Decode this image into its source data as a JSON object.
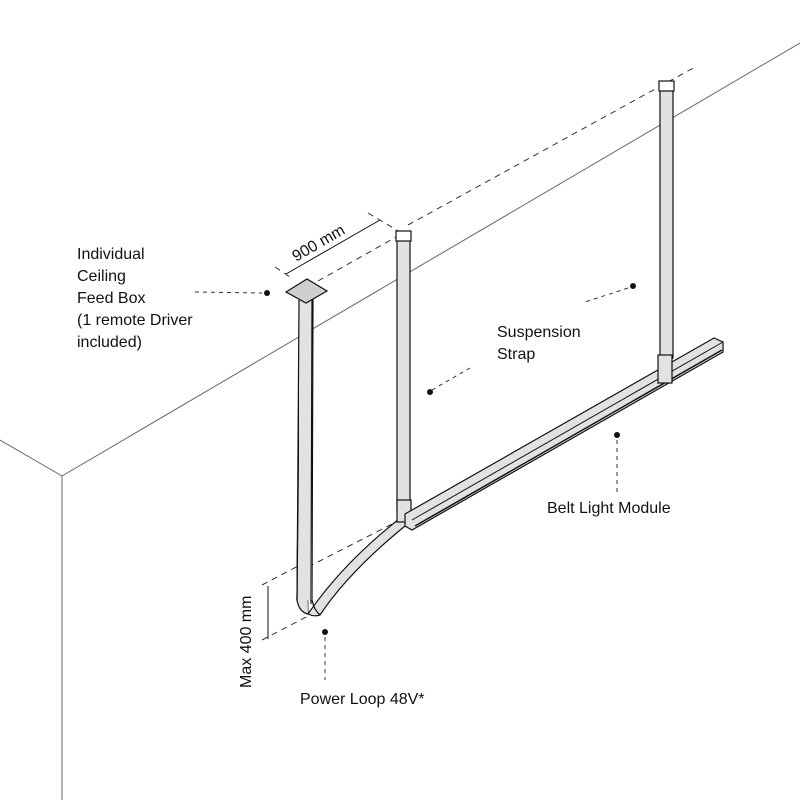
{
  "labels": {
    "feed_box": [
      "Individual",
      "Ceiling",
      "Feed Box",
      "(1 remote Driver",
      "included)"
    ],
    "suspension_strap": [
      "Suspension",
      "Strap"
    ],
    "belt_light_module": "Belt Light Module",
    "power_loop": "Power Loop 48V*",
    "spacing_dimension": "900 mm",
    "loop_dimension": "Max 400 mm"
  },
  "colors": {
    "line": "#111111",
    "fill": "#e2e2e2",
    "guide": "#555555"
  }
}
